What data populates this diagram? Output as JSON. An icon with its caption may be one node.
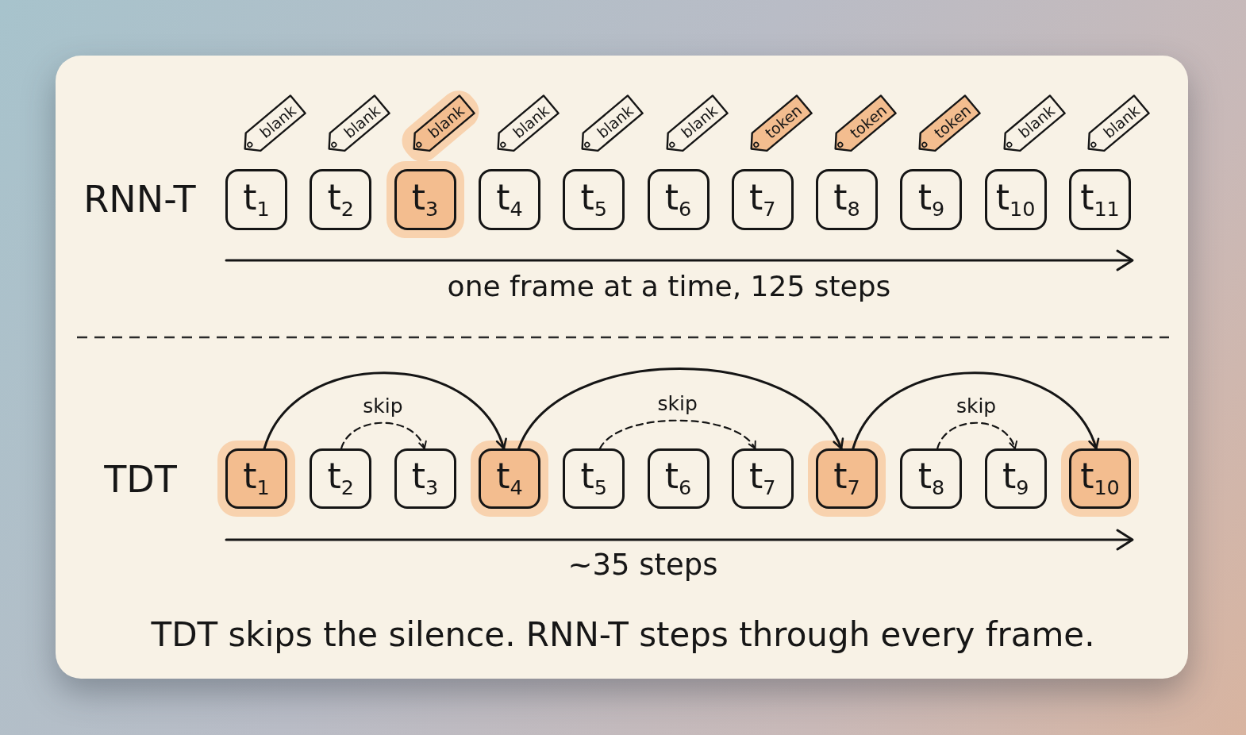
{
  "diagram": {
    "caption": "TDT skips the silence. RNN-T steps through every frame.",
    "nodes": [
      {
        "text": [
          "blank"
        ]
      },
      {
        "text": [
          "blank"
        ]
      },
      {
        "text": [
          "blank"
        ]
      },
      {
        "text": [
          "blank"
        ]
      },
      {
        "text": [
          "blank"
        ]
      },
      {
        "text": [
          "blank"
        ]
      },
      {
        "text": [
          "token"
        ]
      },
      {
        "text": [
          "token"
        ]
      },
      {
        "text": [
          "token"
        ]
      },
      {
        "text": [
          "blank"
        ]
      },
      {
        "text": [
          "blank"
        ]
      },
      {
        "text": [
          "t$_{1}$"
        ]
      },
      {
        "text": [
          "t$_{2}$"
        ]
      },
      {
        "text": [
          "t$_{3}$"
        ]
      },
      {
        "text": [
          "t$_{4}$"
        ]
      },
      {
        "text": [
          "t$_{5}$"
        ]
      },
      {
        "text": [
          "t$_{6}$"
        ]
      },
      {
        "text": [
          "t$_{7}$"
        ]
      },
      {
        "text": [
          "t$_{8}$"
        ]
      },
      {
        "text": [
          "t$_{9}$"
        ]
      },
      {
        "text": [
          "t$_{10}$"
        ]
      },
      {
        "text": [
          "t$_{11}$"
        ]
      },
      {
        "text": [
          "t$_{1}$"
        ]
      },
      {
        "text": [
          "t$_{2}$"
        ]
      },
      {
        "text": [
          "t$_{3}$"
        ]
      },
      {
        "text": [
          "t$_{4}$"
        ]
      },
      {
        "text": [
          "t$_{5}$"
        ]
      },
      {
        "text": [
          "t$_{6}$"
        ]
      },
      {
        "text": [
          "t$_{7}$"
        ]
      },
      {
        "text": [
          "t$_{7}$"
        ]
      },
      {
        "text": [
          "t$_{8}$"
        ]
      },
      {
        "text": [
          "t$_{9}$"
        ]
      },
      {
        "text": [
          "t$_{10}$"
        ]
      }
    ],
    "edges": [
      {
        "from": 22,
        "to": 25,
        "arrow": "to"
      },
      {
        "from": 23,
        "to": 24,
        "arrow": "to",
        "label": "skip",
        "style": "dashed"
      },
      {
        "from": 25,
        "to": 29,
        "arrow": "to"
      },
      {
        "from": 26,
        "to": 28,
        "arrow": "to",
        "label": "skip",
        "style": "dashed"
      },
      {
        "from": 29,
        "to": 32,
        "arrow": "to"
      },
      {
        "from": 30,
        "to": 31,
        "arrow": "to",
        "label": "skip",
        "style": "dashed"
      }
    ],
    "labels": [
      "RNN-T",
      "one frame at a time, 125 steps",
      "TDT",
      "~35 steps"
    ]
  }
}
